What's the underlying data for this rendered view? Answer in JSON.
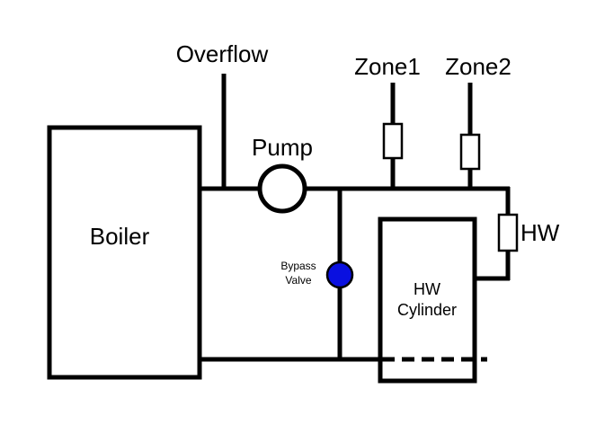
{
  "labels": {
    "boiler": "Boiler",
    "overflow": "Overflow",
    "pump": "Pump",
    "zone1": "Zone1",
    "zone2": "Zone2",
    "hw": "HW",
    "bypass_line1": "Bypass",
    "bypass_line2": "Valve",
    "cylinder_line1": "HW",
    "cylinder_line2": "Cylinder"
  },
  "colors": {
    "line": "#000000",
    "background": "#ffffff",
    "bypass_valve": "#0a10e0"
  }
}
